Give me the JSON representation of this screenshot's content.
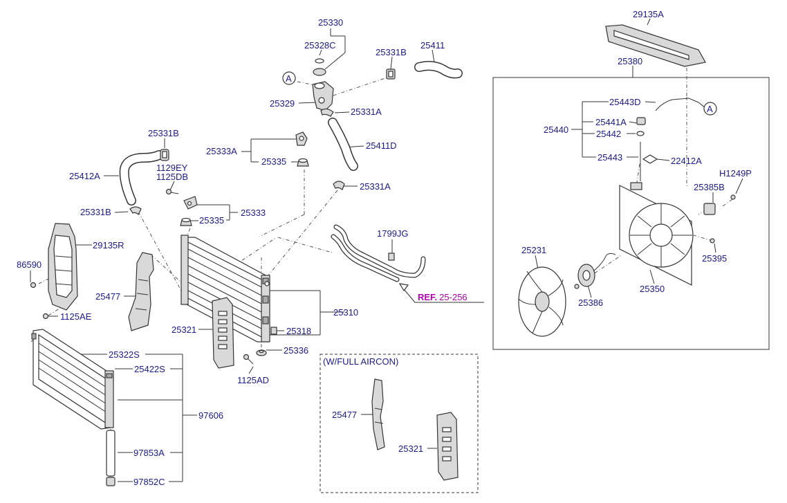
{
  "labels": {
    "p25330": "25330",
    "p25328C": "25328C",
    "p25331B_top": "25331B",
    "p25411": "25411",
    "callout_A_top": "A",
    "p25329": "25329",
    "p25331A_top": "25331A",
    "p25411D": "25411D",
    "p25333A": "25333A",
    "p25335_top": "25335",
    "p25331B_left": "25331B",
    "p1129EY": "1129EY",
    "p1125DB": "1125DB",
    "p25412A": "25412A",
    "p25331A_mid": "25331A",
    "p25333": "25333",
    "p25331B_low": "25331B",
    "p25335_low": "25335",
    "p29135R": "29135R",
    "p1799JG": "1799JG",
    "p86590": "86590",
    "p25477_main": "25477",
    "p1125AE": "1125AE",
    "ref_prefix": "REF.",
    "ref_number": "25-256",
    "p25310": "25310",
    "p25321_main": "25321",
    "p25318": "25318",
    "p25336": "25336",
    "p25322S": "25322S",
    "p25422S": "25422S",
    "p1125AD": "1125AD",
    "p97606": "97606",
    "p97853A": "97853A",
    "p97852C": "97852C",
    "aircon_title": "(W/FULL AIRCON)",
    "p25477_aircon": "25477",
    "p25321_aircon": "25321",
    "p29135A": "29135A",
    "p25380": "25380",
    "p25443D": "25443D",
    "callout_A_right": "A",
    "p25441A": "25441A",
    "p25440": "25440",
    "p25442": "25442",
    "p25443": "25443",
    "p22412A": "22412A",
    "pH1249P": "H1249P",
    "p25385B": "25385B",
    "p25231": "25231",
    "p25395": "25395",
    "p25386": "25386",
    "p25350": "25350"
  },
  "colors": {
    "label_text": "#1a1a8c",
    "ref_prefix": "#b000b0",
    "ref_number": "#b000b0",
    "line": "#333333"
  }
}
